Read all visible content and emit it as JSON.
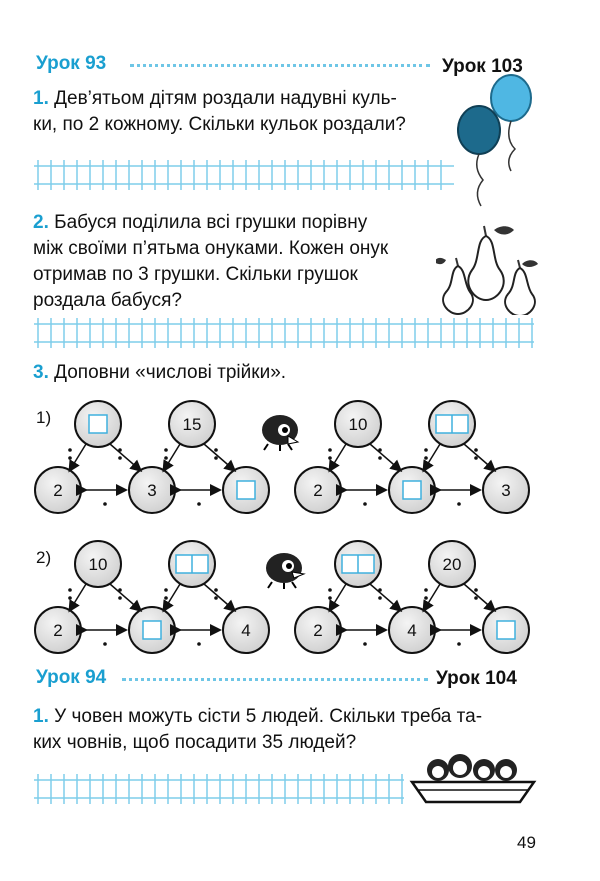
{
  "lesson_a": {
    "left": "Урок 93",
    "right": "Урок 103"
  },
  "task1": {
    "number": "1.",
    "line1": "Дев’ятьом дітям роздали надувні куль-",
    "line2": "ки, по 2 кожному. Скільки кульок роздали?"
  },
  "task2": {
    "number": "2.",
    "line1": "Бабуся поділила всі грушки порівну",
    "line2": "між своїми п’ятьма онуками. Кожен онук",
    "line3": "отримав по 3 грушки. Скільки грушок",
    "line4": "роздала бабуся?"
  },
  "task3": {
    "number": "3.",
    "text": "Доповни «числові трійки».",
    "row1_label": "1)",
    "row2_label": "2)",
    "row1_left": {
      "top_left": "",
      "top_right": "15",
      "bottom_left": "2",
      "bottom_mid": "3",
      "bottom_right": ""
    },
    "row1_right": {
      "top_left": "10",
      "top_right": "",
      "bottom_left": "2",
      "bottom_mid": "",
      "bottom_right": "3"
    },
    "row2_left": {
      "top_left": "10",
      "top_right": "",
      "bottom_left": "2",
      "bottom_mid": "",
      "bottom_right": "4"
    },
    "row2_right": {
      "top_left": "",
      "top_right": "20",
      "bottom_left": "2",
      "bottom_mid": "4",
      "bottom_right": ""
    }
  },
  "lesson_b": {
    "left": "Урок 94",
    "right": "Урок 104"
  },
  "task4": {
    "number": "1.",
    "line1": "У човен можуть сісти 5 людей. Скільки треба та-",
    "line2": "ких човнів, щоб посадити 35 людей?"
  },
  "page_number": "49",
  "colors": {
    "accent": "#1a9fd0",
    "grid": "#7fcdea",
    "circle": "#dcdcdc"
  }
}
